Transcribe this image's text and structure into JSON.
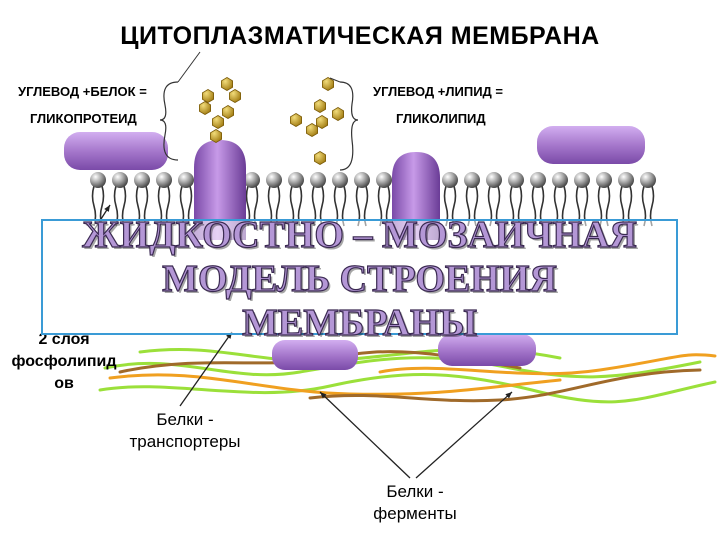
{
  "title": "ЦИТОПЛАЗМАТИЧЕСКАЯ МЕМБРАНА",
  "top_labels": {
    "left_line1": "УГЛЕВОД +БЕЛОК =",
    "left_line2": "ГЛИКОПРОТЕИД",
    "right_line1": "УГЛЕВОД +ЛИПИД =",
    "right_line2": "ГЛИКОЛИПИД"
  },
  "overlay": {
    "line1": "ЖИДКОСТНО – МОЗАИЧНАЯ",
    "line2": "МОДЕЛЬ СТРОЕНИЯ",
    "line3": "МЕМБРАНЫ"
  },
  "side_label": {
    "line1": "2 слоя",
    "line2": "фосфолипид",
    "line3": "ов"
  },
  "annotations": {
    "transporters_line1": "Белки -",
    "transporters_line2": "транспортеры",
    "enzymes_line1": "Белки -",
    "enzymes_line2": "ферменты"
  },
  "colors": {
    "protein": "#a070c8",
    "carbohydrate": "#c9a227",
    "phospholipid_head": "#9a9a9a",
    "overlay_border": "#3a9bd6",
    "overlay_text": "#b497d6",
    "fiber_green": "#9be03a",
    "fiber_orange": "#f0a020",
    "fiber_brown": "#a06a2a"
  }
}
